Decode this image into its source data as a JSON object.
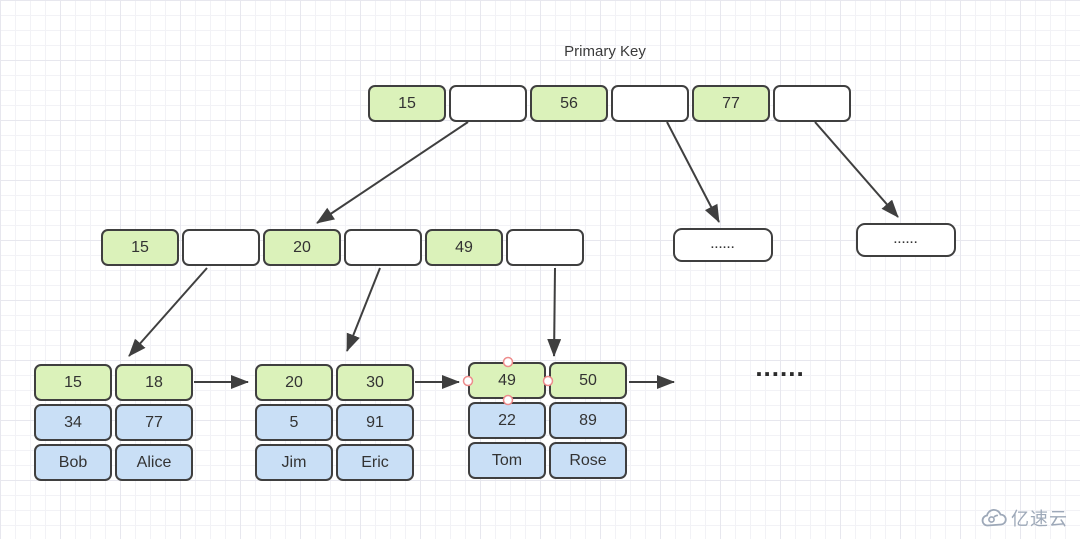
{
  "diagram": {
    "title": "Primary Key",
    "root_node": {
      "cells": [
        "15",
        "",
        "56",
        "",
        "77",
        ""
      ]
    },
    "internal_node": {
      "cells": [
        "15",
        "",
        "20",
        "",
        "49",
        ""
      ]
    },
    "ellipsis_nodes": [
      {
        "label": "......"
      },
      {
        "label": "......"
      }
    ],
    "leaf_nodes": [
      {
        "keys": [
          "15",
          "18"
        ],
        "values": [
          "34",
          "77"
        ],
        "names": [
          "Bob",
          "Alice"
        ]
      },
      {
        "keys": [
          "20",
          "30"
        ],
        "values": [
          "5",
          "91"
        ],
        "names": [
          "Jim",
          "Eric"
        ]
      },
      {
        "keys": [
          "49",
          "50"
        ],
        "values": [
          "22",
          "89"
        ],
        "names": [
          "Tom",
          "Rose"
        ]
      }
    ],
    "leaf_ellipsis": "......",
    "colors": {
      "key_fill": "#dbf2ba",
      "value_fill": "#c9dff6",
      "border": "#3f3f3f",
      "selection_handle": "#ee8c8c"
    }
  },
  "watermark": {
    "brand": "亿速云"
  }
}
